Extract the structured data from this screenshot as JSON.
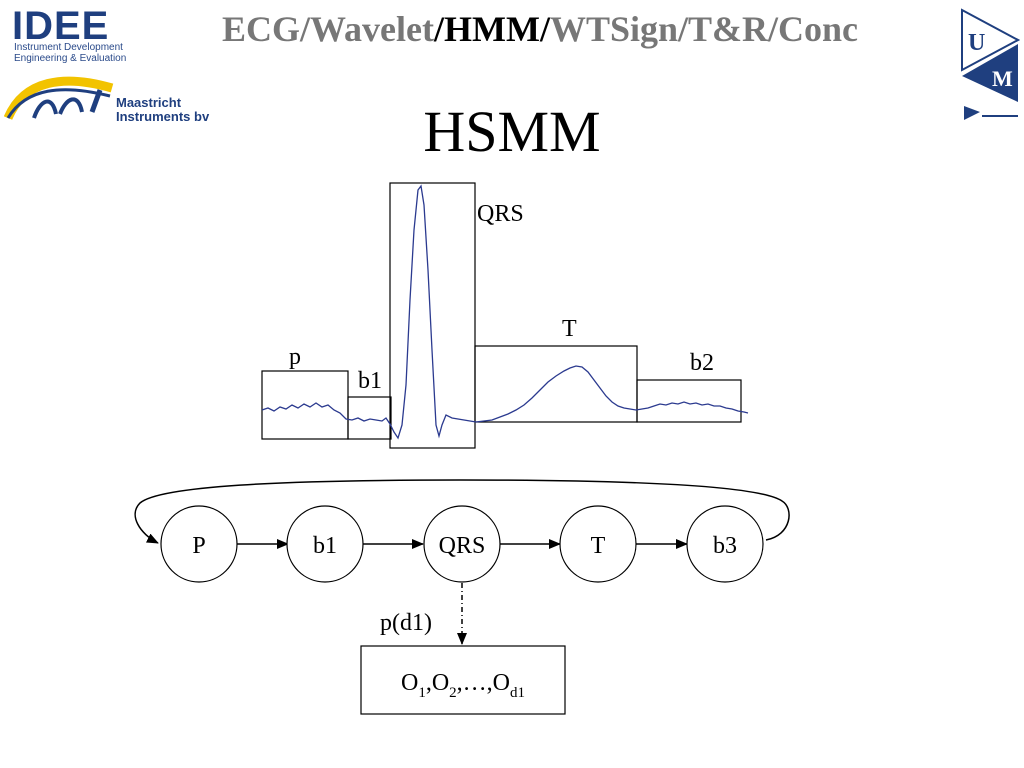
{
  "header": {
    "title_segments": [
      {
        "text": "ECG/Wavelet",
        "tone": "grey"
      },
      {
        "text": "/HMM/",
        "tone": "dark"
      },
      {
        "text": "WTSign/T&R/Conc",
        "tone": "grey"
      }
    ],
    "slide_title": "HSMM"
  },
  "logos": {
    "idee_name": "IDEE",
    "idee_sub_line1": "Instrument  Development",
    "idee_sub_line2": "Engineering & Evaluation",
    "mi_name_line1": "Maastricht",
    "mi_name_line2": "Instruments bv",
    "um_letters": [
      "U",
      "M"
    ]
  },
  "ecg_labels": {
    "p": "p",
    "b1": "b1",
    "qrs": "QRS",
    "t": "T",
    "b2": "b2"
  },
  "states": [
    {
      "id": "P",
      "label": "P"
    },
    {
      "id": "b1",
      "label": "b1"
    },
    {
      "id": "QRS",
      "label": "QRS"
    },
    {
      "id": "T",
      "label": "T"
    },
    {
      "id": "b3",
      "label": "b3"
    }
  ],
  "duration_label": "p(d1)",
  "observation": {
    "o1": "O",
    "sub1": "1",
    "sep1": ",",
    "o2": "O",
    "sub2": "2",
    "ellipsis": ",…,",
    "od": "O",
    "subd": "d1"
  },
  "colors": {
    "header_grey": "#777777",
    "signal_blue": "#2b3a8f",
    "logo_blue": "#1f3f7f",
    "logo_yellow": "#f2c300"
  }
}
